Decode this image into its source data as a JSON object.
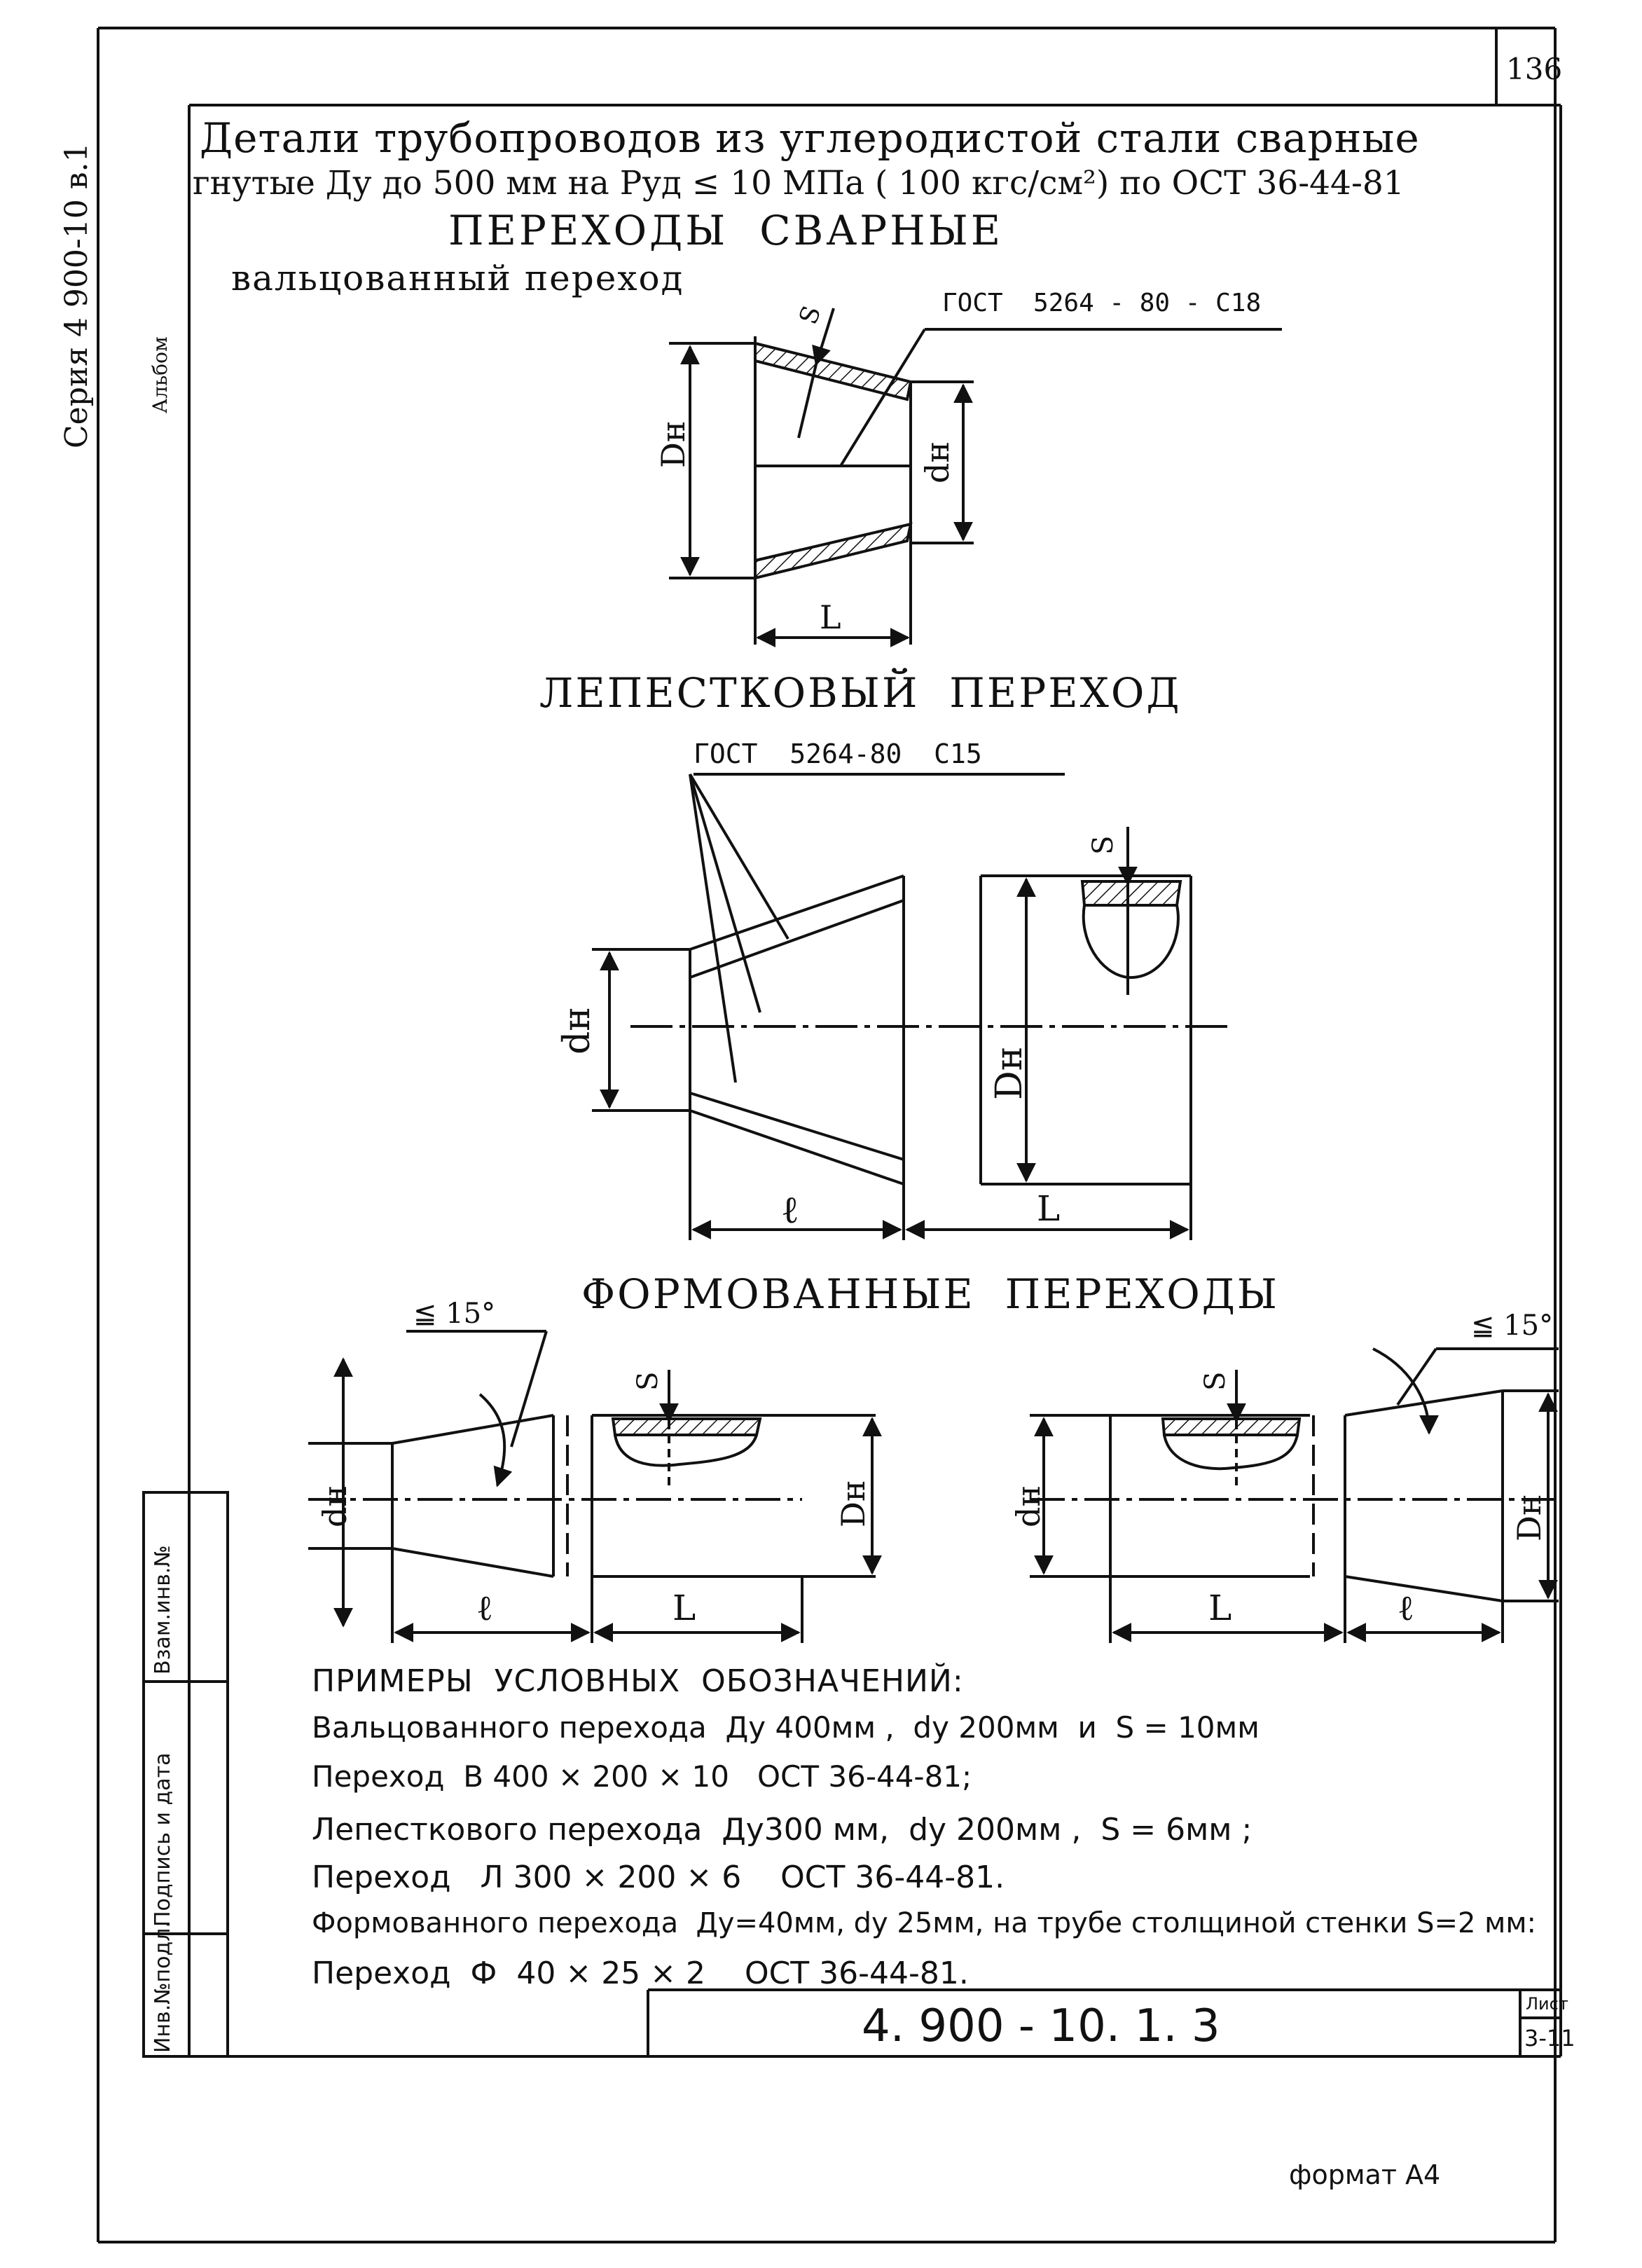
{
  "corner": {
    "sheet_num": "136"
  },
  "margin": {
    "series": "Серия 4 900-10 в.1",
    "code": "Альбом"
  },
  "header": {
    "line1": "Детали трубопроводов из углеродистой стали сварные",
    "line2": "гнутые Ду до 500 мм на Руд ≤ 10 МПа ( 100 кгс/см²) по ОСТ 36-44-81",
    "line3": "ПЕРЕХОДЫ  СВАРНЫЕ"
  },
  "rolled": {
    "title": "вальцованный переход",
    "gost": "ГОСТ  5264 - 80 - С18",
    "s": "S",
    "dn": "Dн",
    "dh": "dн",
    "l": "L"
  },
  "petal": {
    "title": "ЛЕПЕСТКОВЫЙ  ПЕРЕХОД",
    "gost": "ГОСТ  5264-80  С15",
    "s": "S",
    "dh": "dн",
    "dn": "Dн",
    "l_small": "ℓ",
    "l": "L"
  },
  "formed": {
    "title": "ФОРМОВАННЫЕ  ПЕРЕХОДЫ",
    "left": {
      "angle": "≦ 15°",
      "s": "S",
      "dh": "dн",
      "dn": "Dн",
      "l_small": "ℓ",
      "l": "L"
    },
    "right": {
      "angle": "≦ 15°",
      "s": "S",
      "dh": "dн",
      "dn": "Dн",
      "l_small": "ℓ",
      "l": "L"
    }
  },
  "examples": {
    "heading": "ПРИМЕРЫ  УСЛОВНЫХ  ОБОЗНАЧЕНИЙ:",
    "lines": [
      "Вальцованного перехода  Ду 400мм ,  dу 200мм  и  S = 10мм",
      "Переход  В 400 × 200 × 10   ОСТ 36-44-81;",
      "Лепесткового перехода  Ду300 мм,  dу 200мм ,  S = 6мм ;",
      "Переход   Л 300 × 200 × 6    ОСТ 36-44-81.",
      "Формованного перехода  Ду=40мм, dу 25мм, на трубе столщиной стенки S=2 мм:",
      "Переход  Ф  40 × 25 × 2    ОСТ 36-44-81."
    ]
  },
  "stamp": {
    "doc_number": "4. 900 - 10. 1. 3",
    "sheet_label": "Лист",
    "sheet_value": "3-11",
    "side_inv_podl": "Инв.№подл.",
    "side_sign": "Подпись и дата",
    "side_vzam": "Взам.инв.№"
  },
  "format": "формат А4"
}
